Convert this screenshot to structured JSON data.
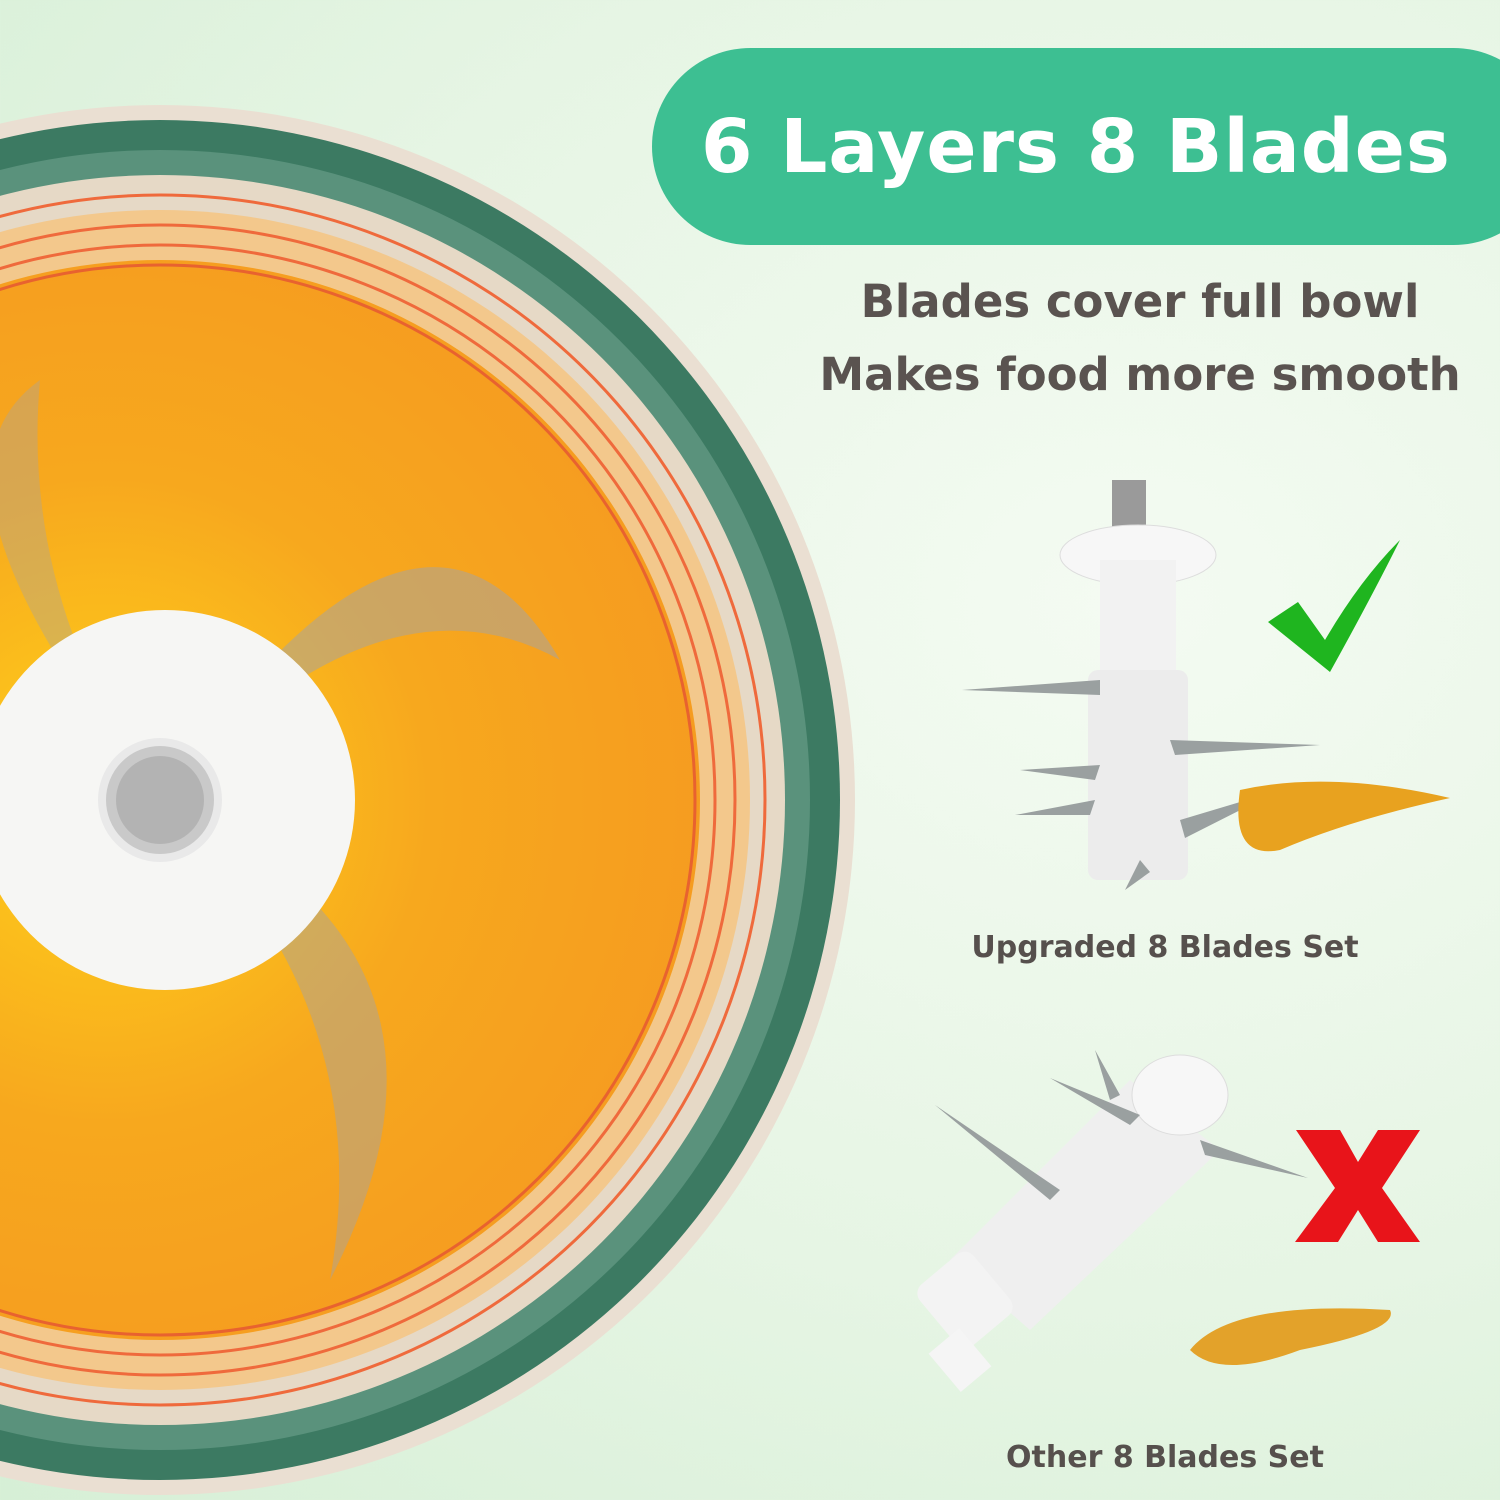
{
  "headline": "6 Layers 8 Blades",
  "subtitle_lines": [
    "Blades cover full bowl",
    "Makes food more smooth"
  ],
  "good_set": {
    "label": "Upgraded 8 Blades Set",
    "mark": "check-icon"
  },
  "bad_set": {
    "label": "Other 8 Blades Set",
    "mark": "x-icon"
  },
  "colors": {
    "accent": "#3dbf92",
    "check": "#1fb51f",
    "cross": "#e8141a",
    "text": "#5a5350",
    "food": "#f0a51c"
  }
}
